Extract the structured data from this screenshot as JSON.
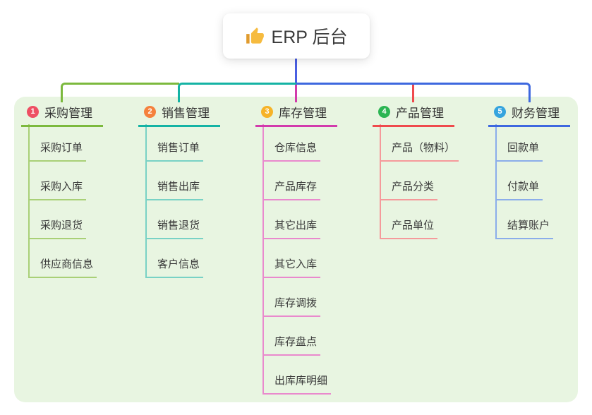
{
  "root": {
    "label": "ERP 后台",
    "icon": "thumbs-up-icon"
  },
  "colors": {
    "panel_background": "#e8f5e1",
    "root_connector": "#4a5fe2",
    "node_text": "#3a3a3a",
    "root_background": "#ffffff",
    "thumb_icon": "#f6bb3f"
  },
  "branches": [
    {
      "num": "1",
      "label": "采购管理",
      "circle_color": "#ee4f63",
      "line_color": "#7cb93e",
      "light_color": "#a9d077",
      "children": [
        "采购订单",
        "采购入库",
        "采购退货",
        "供应商信息"
      ]
    },
    {
      "num": "2",
      "label": "销售管理",
      "circle_color": "#f5813d",
      "line_color": "#14b3a4",
      "light_color": "#79d2c5",
      "children": [
        "销售订单",
        "销售出库",
        "销售退货",
        "客户信息"
      ]
    },
    {
      "num": "3",
      "label": "库存管理",
      "circle_color": "#f6b327",
      "line_color": "#d23bac",
      "light_color": "#e989cd",
      "children": [
        "仓库信息",
        "产品库存",
        "其它出库",
        "其它入库",
        "库存调拨",
        "库存盘点",
        "出库库明细"
      ]
    },
    {
      "num": "4",
      "label": "产品管理",
      "circle_color": "#2cb553",
      "line_color": "#ef4a4d",
      "light_color": "#f59a9b",
      "children": [
        "产品（物料）",
        "产品分类",
        "产品单位"
      ]
    },
    {
      "num": "5",
      "label": "财务管理",
      "circle_color": "#35a4de",
      "line_color": "#3e68df",
      "light_color": "#8badea",
      "children": [
        "回款单",
        "付款单",
        "结算账户"
      ]
    }
  ]
}
